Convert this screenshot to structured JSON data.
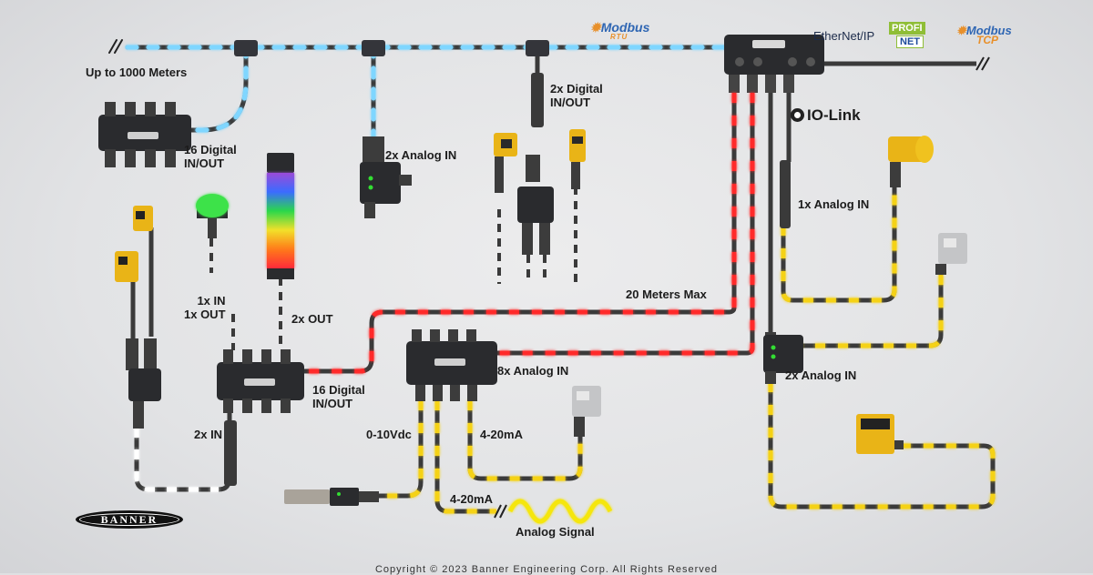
{
  "protocols": {
    "modbus_rtu": {
      "name": "Modbus",
      "sub": "RTU"
    },
    "ethernet_ip": "EtherNet/IP",
    "profinet": {
      "top": "PROFI",
      "bottom": "NET"
    },
    "modbus_tcp": {
      "name": "Modbus",
      "sub": "TCP"
    },
    "io_link": "IO-Link"
  },
  "labels": {
    "distance": "Up to 1000 Meters",
    "hub16_top": "16 Digital\nIN/OUT",
    "analog2_top": "2x Analog IN",
    "digital2_top": "2x Digital\nIN/OUT",
    "analog1_right": "1x Analog IN",
    "max20": "20 Meters Max",
    "in1out1": "1x IN\n1x OUT",
    "out2": "2x OUT",
    "hub16_bottom": "16 Digital\nIN/OUT",
    "analog8": "8x Analog IN",
    "analog2_right": "2x Analog IN",
    "in2": "2x IN",
    "volt": "0-10Vdc",
    "ma_a": "4-20mA",
    "ma_b": "4-20mA",
    "analog_signal": "Analog Signal"
  },
  "brand": "BANNER",
  "copyright": "Copyright © 2023 Banner Engineering Corp. All Rights Reserved",
  "colors": {
    "cable": "#3a3a3a",
    "blue_glow": "#7fd6ff",
    "green_glow": "#55e04a",
    "red_glow": "#ff2a2a",
    "yellow_glow": "#f5d216",
    "white_glow": "#ffffff",
    "device": "#2a2b2e",
    "sensor_yellow": "#e9b417"
  }
}
